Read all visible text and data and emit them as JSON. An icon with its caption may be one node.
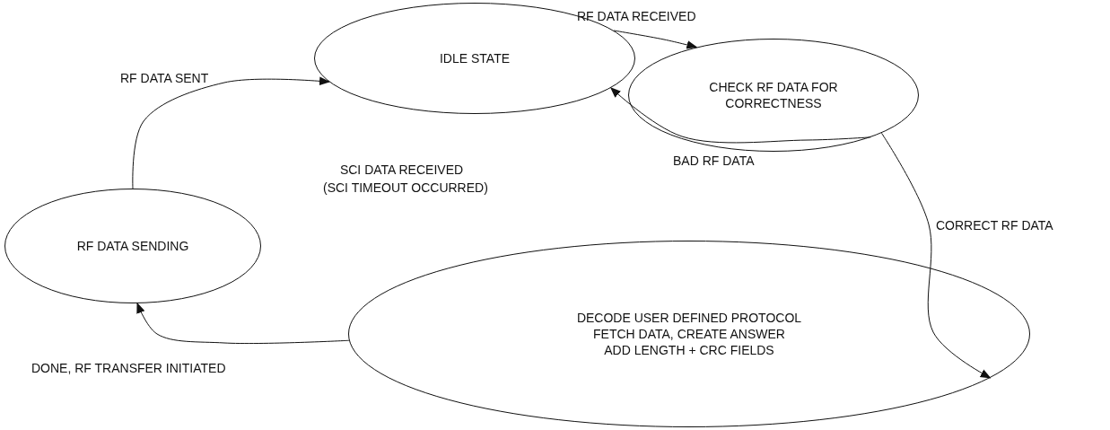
{
  "diagram": {
    "nodes": [
      {
        "text": [
          "IDLE STATE"
        ]
      },
      {
        "text": [
          "CHECK RF DATA FOR CORRECTNESS"
        ]
      },
      {
        "text": [
          "RF DATA SENDING"
        ]
      },
      {
        "text": [
          "DECODE USER DEFINED PROTOCOL",
          "FETCH DATA, CREATE ANSWER",
          "ADD LENGTH + CRC FIELDS"
        ]
      }
    ],
    "edges": [
      {
        "from": 0,
        "to": 1,
        "arrow": "to",
        "label": "RF DATA RECEIVED"
      },
      {
        "from": 1,
        "to": 0,
        "arrow": "to",
        "label": "BAD RF DATA"
      },
      {
        "from": 1,
        "to": 3,
        "arrow": "to",
        "label": "CORRECT RF DATA"
      },
      {
        "from": 3,
        "to": 2,
        "arrow": "to",
        "label": "DONE, RF TRANSFER INITIATED"
      },
      {
        "from": 2,
        "to": 0,
        "arrow": "to",
        "label": "RF DATA SENT"
      }
    ],
    "labels": [
      "SCI DATA RECEIVED",
      "(SCI TIMEOUT OCCURRED)"
    ]
  }
}
